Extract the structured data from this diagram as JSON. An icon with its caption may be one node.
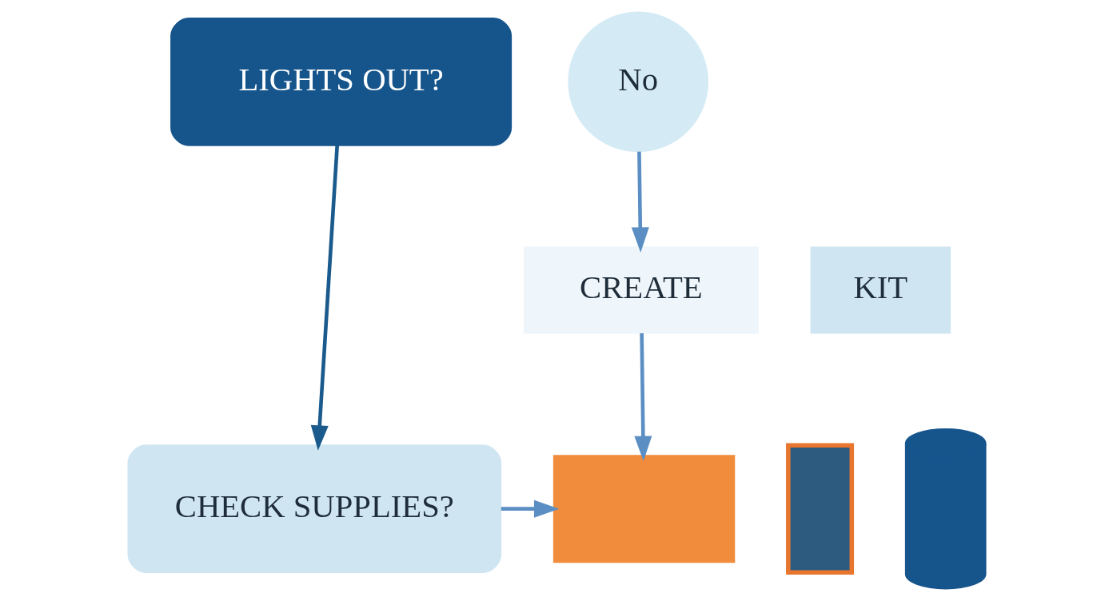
{
  "diagram": {
    "nodes": [
      {
        "text": [
          "LIGHTS OUT?"
        ]
      },
      {
        "text": [
          "CHECK SUPPLIES?"
        ]
      },
      {
        "text": [
          "No"
        ]
      },
      {
        "text": [
          "CREATE"
        ]
      },
      {
        "text": [
          "KIT"
        ]
      },
      {
        "text": [],
        "shape": "box"
      },
      {
        "text": [],
        "shape": "candle"
      },
      {
        "text": [],
        "shape": "bottle"
      }
    ],
    "edges": [
      {
        "from": 0,
        "to": 1,
        "arrow": "to",
        "color": "#1a5a8c"
      },
      {
        "from": 2,
        "to": 3,
        "arrow": "to"
      },
      {
        "from": 3,
        "to": 5,
        "arrow": "to"
      },
      {
        "from": 1,
        "to": 5,
        "arrow": "to"
      }
    ]
  }
}
